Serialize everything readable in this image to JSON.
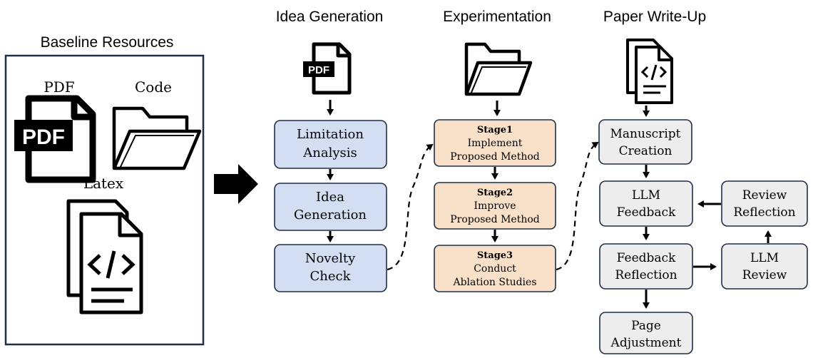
{
  "colors": {
    "blue_box": "#D3DEF3",
    "blue_border": "#1F2F45",
    "orange_box": "#F9E1C9",
    "orange_border": "#1F2F45",
    "gray_box": "#EDEDED",
    "gray_border": "#1F2F45",
    "dark": "#1F2F45",
    "black": "#000000"
  },
  "baseline": {
    "title": "Baseline Resources",
    "pdf_label": "PDF",
    "code_label": "Code",
    "latex_label": "Latex",
    "pdf_badge": "PDF"
  },
  "idea": {
    "title": "Idea Generation",
    "badge": "PDF",
    "steps": [
      {
        "lines": [
          "Limitation",
          "Analysis"
        ]
      },
      {
        "lines": [
          "Idea",
          "Generation"
        ]
      },
      {
        "lines": [
          "Novelty",
          "Check"
        ]
      }
    ]
  },
  "experiment": {
    "title": "Experimentation",
    "stages": [
      {
        "name": "Stage1",
        "lines": [
          "Implement",
          "Proposed Method"
        ]
      },
      {
        "name": "Stage2",
        "lines": [
          "Improve",
          "Proposed Method"
        ]
      },
      {
        "name": "Stage3",
        "lines": [
          "Conduct",
          "Ablation Studies"
        ]
      }
    ]
  },
  "paper": {
    "title": "Paper Write-Up",
    "manuscript": [
      "Manuscript",
      "Creation"
    ],
    "llm_feedback": [
      "LLM",
      "Feedback"
    ],
    "review_reflection": [
      "Review",
      "Reflection"
    ],
    "feedback_reflection": [
      "Feedback",
      "Reflection"
    ],
    "llm_review": [
      "LLM",
      "Review"
    ],
    "page_adjustment": [
      "Page",
      "Adjustment"
    ]
  }
}
